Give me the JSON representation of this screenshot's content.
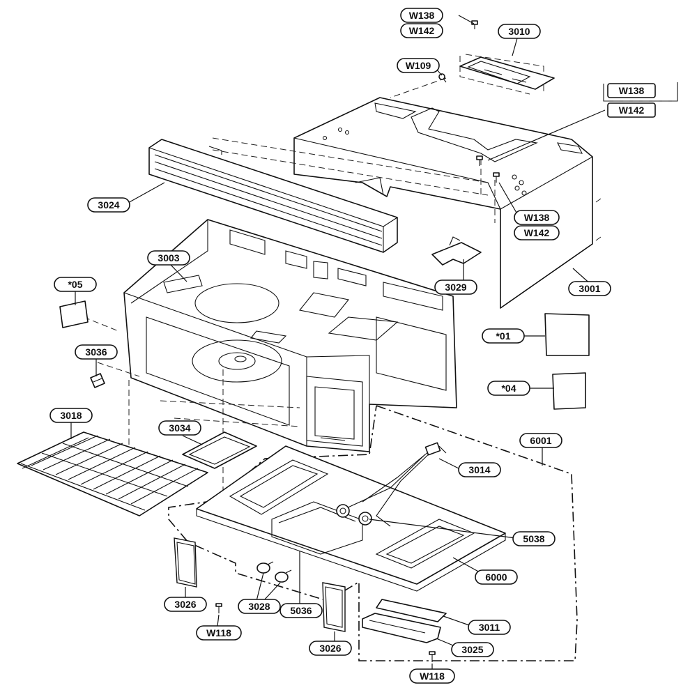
{
  "labels": {
    "W138_top": "W138",
    "W142_top": "W142",
    "3010": "3010",
    "W109": "W109",
    "W138_right": "W138",
    "W142_right": "W142",
    "W138_mid": "W138",
    "W142_mid": "W142",
    "3024": "3024",
    "3003": "3003",
    "05": "*05",
    "3029": "3029",
    "3001": "3001",
    "01": "*01",
    "3036": "3036",
    "04": "*04",
    "3018": "3018",
    "3034": "3034",
    "6001": "6001",
    "3014": "3014",
    "5038": "5038",
    "6000": "6000",
    "3026_left": "3026",
    "3028": "3028",
    "5036": "5036",
    "W118_left": "W118",
    "3026_right": "3026",
    "3011": "3011",
    "3025": "3025",
    "W118_bottom": "W118"
  }
}
